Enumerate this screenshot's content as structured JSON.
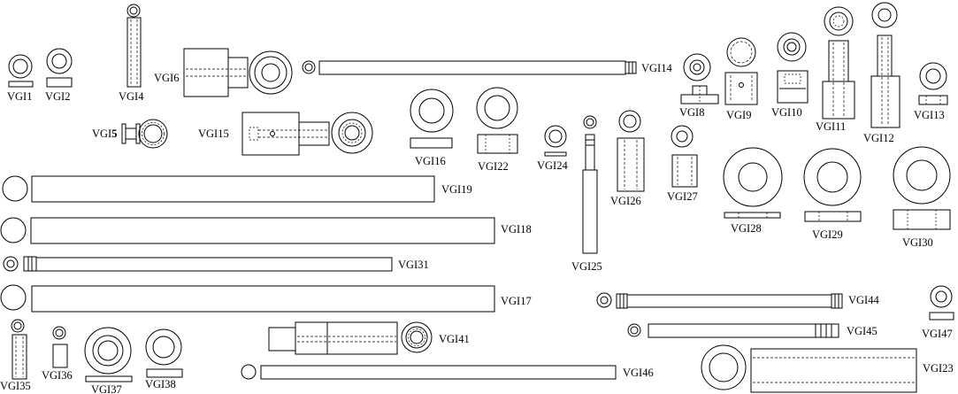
{
  "labels": {
    "vgi1": "VGI1",
    "vgi2": "VGI2",
    "vgi4": "VGI4",
    "vgi5a": "VGI",
    "vgi5b": "5",
    "vgi6": "VGI6",
    "vgi8": "VGI8",
    "vgi9": "VGI9",
    "vgi10": "VGI10",
    "vgi11": "VGI11",
    "vgi12": "VGI12",
    "vgi13": "VGI13",
    "vgi14": "VGI14",
    "vgi15": "VGI15",
    "vgi16": "VGI16",
    "vgi17": "VGI17",
    "vgi18": "VGI18",
    "vgi19": "VGI19",
    "vgi22": "VGI22",
    "vgi23": "VGI23",
    "vgi24": "VGI24",
    "vgi25": "VGI25",
    "vgi26": "VGI26",
    "vgi27": "VGI27",
    "vgi28": "VGI28",
    "vgi29": "VGI29",
    "vgi30": "VGI30",
    "vgi31": "VGI31",
    "vgi35": "VGI35",
    "vgi36": "VGI36",
    "vgi37": "VGI37",
    "vgi38": "VGI38",
    "vgi41": "VGI41",
    "vgi44": "VGI44",
    "vgi45": "VGI45",
    "vgi46": "VGI46",
    "vgi47": "VGI47"
  }
}
